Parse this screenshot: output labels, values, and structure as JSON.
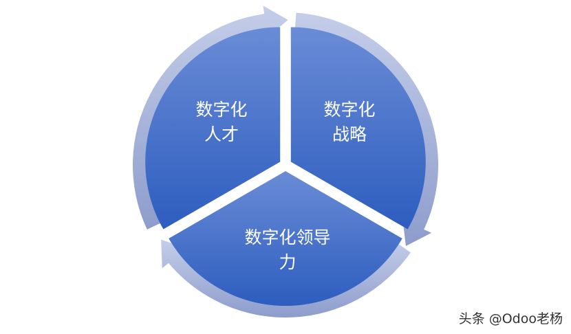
{
  "diagram": {
    "segments": [
      {
        "id": "talent",
        "lines": [
          "数字化",
          "人才"
        ]
      },
      {
        "id": "strategy",
        "lines": [
          "数字化",
          "战略"
        ]
      },
      {
        "id": "leadership",
        "lines": [
          "数字化领导",
          "力"
        ]
      }
    ],
    "colors": {
      "sector_light": "#6a8cd6",
      "sector_dark": "#2d5dbf",
      "ring_light": "#c4cee9",
      "ring_dark": "#8d9ccc"
    }
  },
  "watermark": "头条 @Odoo老杨"
}
